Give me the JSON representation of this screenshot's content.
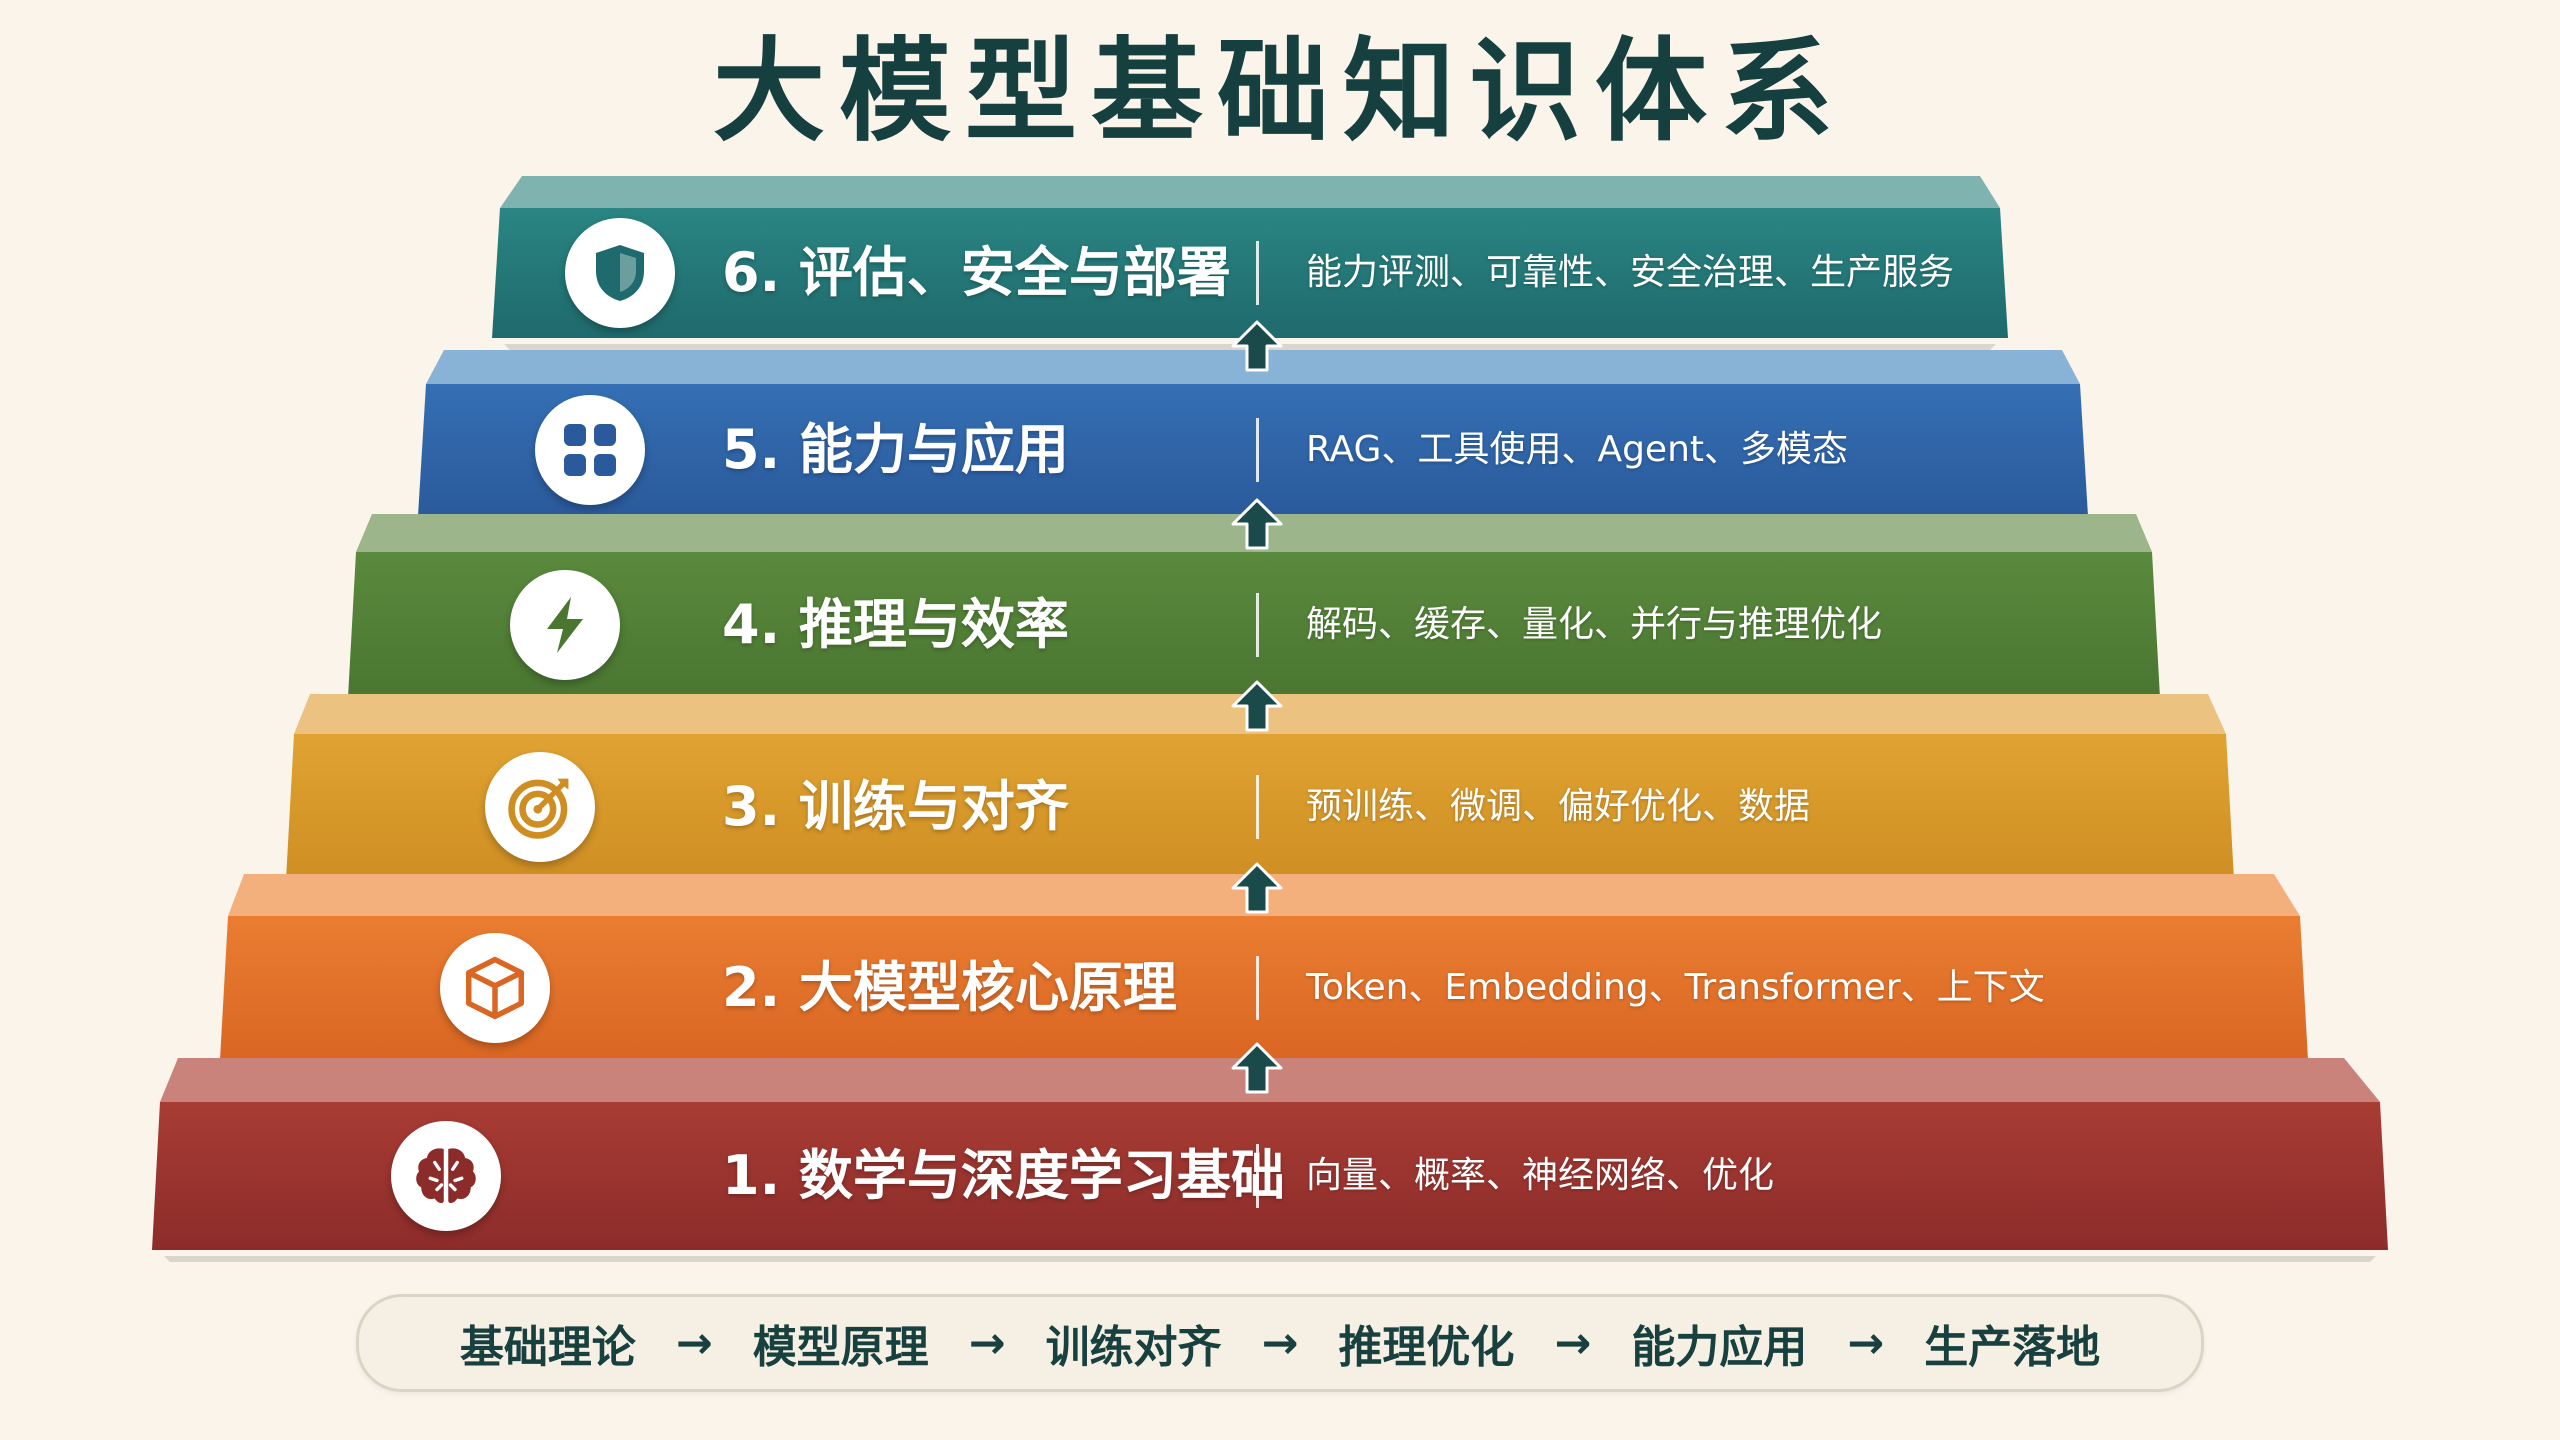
{
  "title": "大模型基础知识体系",
  "tiers": [
    {
      "title": "6. 评估、安全与部署",
      "topics": "能力评测、可靠性、安全治理、生产服务",
      "icon": "shield-icon",
      "color_top": "#7fb3b0",
      "color_face": "#2a8583",
      "color_face_dark": "#1f6a6c"
    },
    {
      "title": "5. 能力与应用",
      "topics": "RAG、工具使用、Agent、多模态",
      "icon": "grid-icon",
      "color_top": "#88b3d6",
      "color_face": "#356fb4",
      "color_face_dark": "#2a5a9b"
    },
    {
      "title": "4. 推理与效率",
      "topics": "解码、缓存、量化、并行与推理优化",
      "icon": "lightning-icon",
      "color_top": "#9db58a",
      "color_face": "#5a8a3d",
      "color_face_dark": "#4a7631"
    },
    {
      "title": "3. 训练与对齐",
      "topics": "预训练、微调、偏好优化、数据",
      "icon": "target-icon",
      "color_top": "#ebc27f",
      "color_face": "#e0a333",
      "color_face_dark": "#cf8e22"
    },
    {
      "title": "2. 大模型核心原理",
      "topics": "Token、Embedding、Transformer、上下文",
      "icon": "cube-icon",
      "color_top": "#f3b07c",
      "color_face": "#ea7d32",
      "color_face_dark": "#d96622"
    },
    {
      "title": "1. 数学与深度学习基础",
      "topics": "向量、概率、神经网络、优化",
      "icon": "brain-icon",
      "color_top": "#c9837a",
      "color_face": "#a83c34",
      "color_face_dark": "#8c2c2a"
    }
  ],
  "flow": [
    "基础理论",
    "模型原理",
    "训练对齐",
    "推理优化",
    "能力应用",
    "生产落地"
  ],
  "flow_arrow": "→",
  "arrow_color": "#1a4a49"
}
